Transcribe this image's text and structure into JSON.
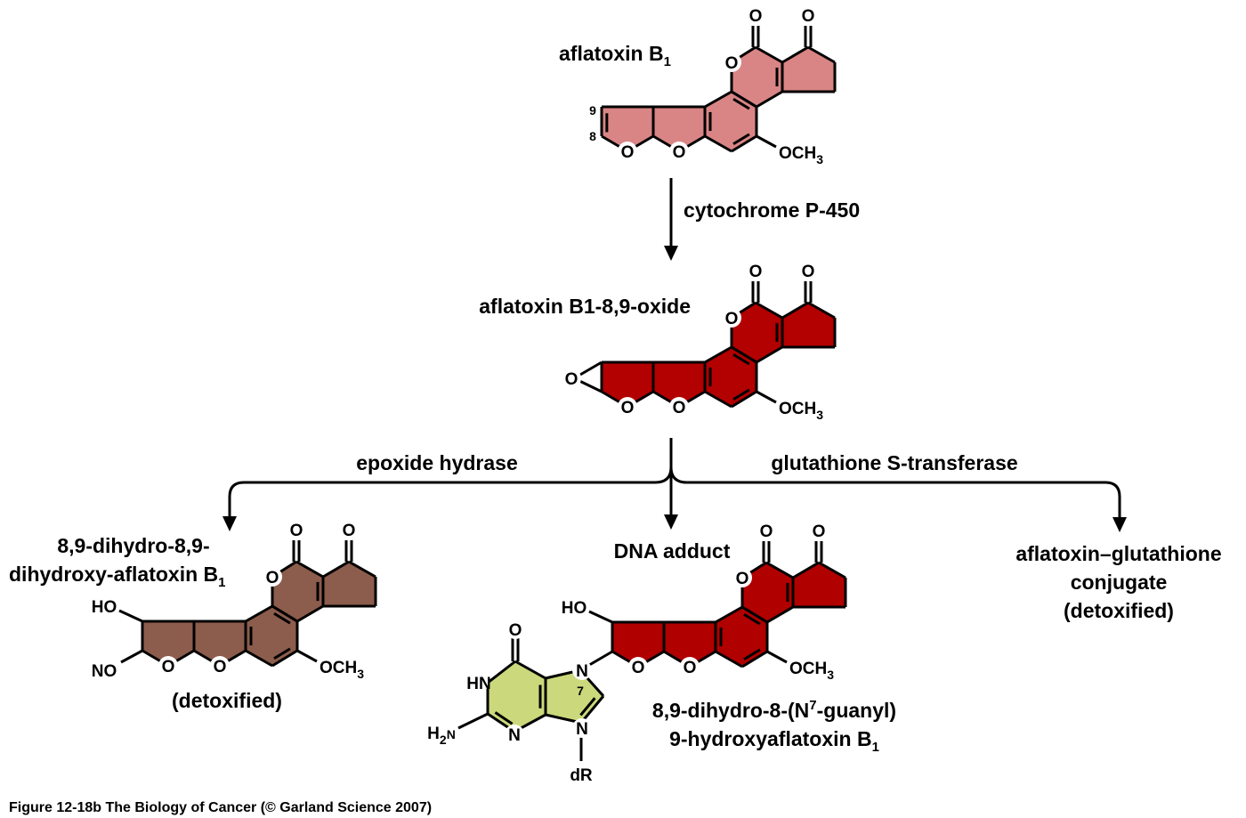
{
  "labels": {
    "aflatoxin_b1": "aflatoxin B",
    "aflatoxin_b1_sub": "1",
    "cytochrome": "cytochrome P-450",
    "oxide": "aflatoxin B1-8,9-oxide",
    "epoxide_hydrase": "epoxide hydrase",
    "gst": "glutathione S-transferase",
    "dihydrodiol_line1": "8,9-dihydro-8,9-",
    "dihydrodiol_line2": "dihydroxy-aflatoxin B",
    "dihydrodiol_sub": "1",
    "detoxified_left": "(detoxified)",
    "dna_adduct": "DNA adduct",
    "conjugate_line1": "aflatoxin–glutathione",
    "conjugate_line2": "conjugate",
    "conjugate_line3": "(detoxified)",
    "adduct_line1_a": "8,9-dihydro-8-(N",
    "adduct_line1_sup": "7",
    "adduct_line1_b": "-guanyl)",
    "adduct_line2": "9-hydroxyaflatoxin B",
    "adduct_line2_sub": "1"
  },
  "atoms": {
    "O": "O",
    "OCH": "OCH",
    "three": "3",
    "HO": "HO",
    "NO": "NO",
    "N": "N",
    "HN": "HN",
    "H": "H",
    "two": "2",
    "dR": "dR",
    "seven": "7",
    "nine": "9",
    "eight": "8"
  },
  "colors": {
    "aflatoxin": "#d98585",
    "oxide": "#b30000",
    "dihydrodiol": "#8c5c4c",
    "adduct": "#b00000",
    "guanine": "#cbd97c"
  },
  "caption": "Figure 12-18b  The Biology of Cancer (© Garland Science 2007)"
}
